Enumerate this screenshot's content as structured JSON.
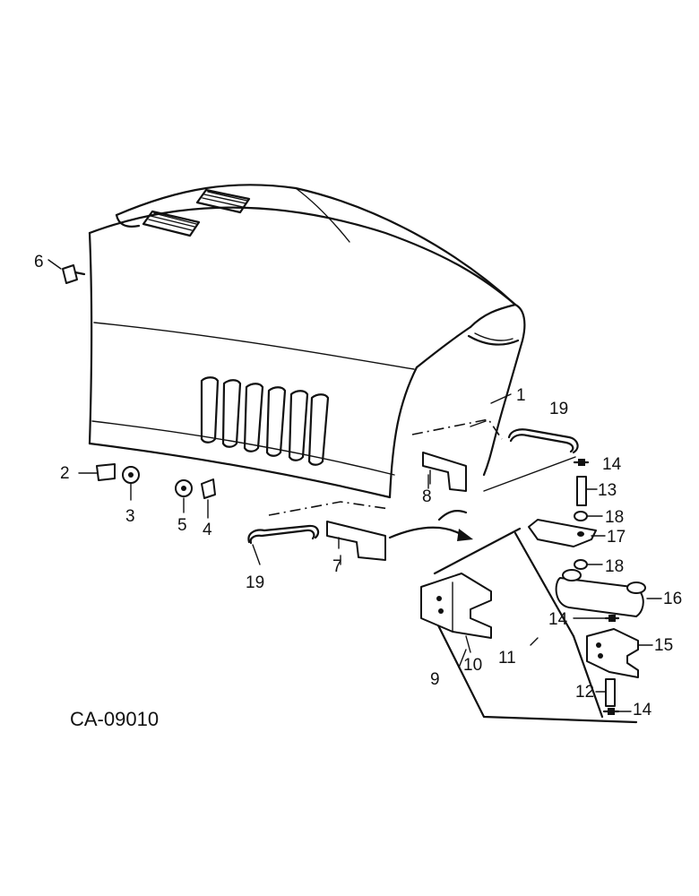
{
  "figure_code": "CA-09010",
  "callouts": {
    "p1": "1",
    "p2": "2",
    "p3": "3",
    "p4": "4",
    "p5": "5",
    "p6": "6",
    "p7": "7",
    "p8": "8",
    "p9": "9",
    "p10": "10",
    "p11": "11",
    "p12": "12",
    "p13": "13",
    "p14a": "14",
    "p14b": "14",
    "p14c": "14",
    "p15": "15",
    "p16": "16",
    "p17": "17",
    "p18a": "18",
    "p18b": "18",
    "p19a": "19",
    "p19b": "19"
  }
}
